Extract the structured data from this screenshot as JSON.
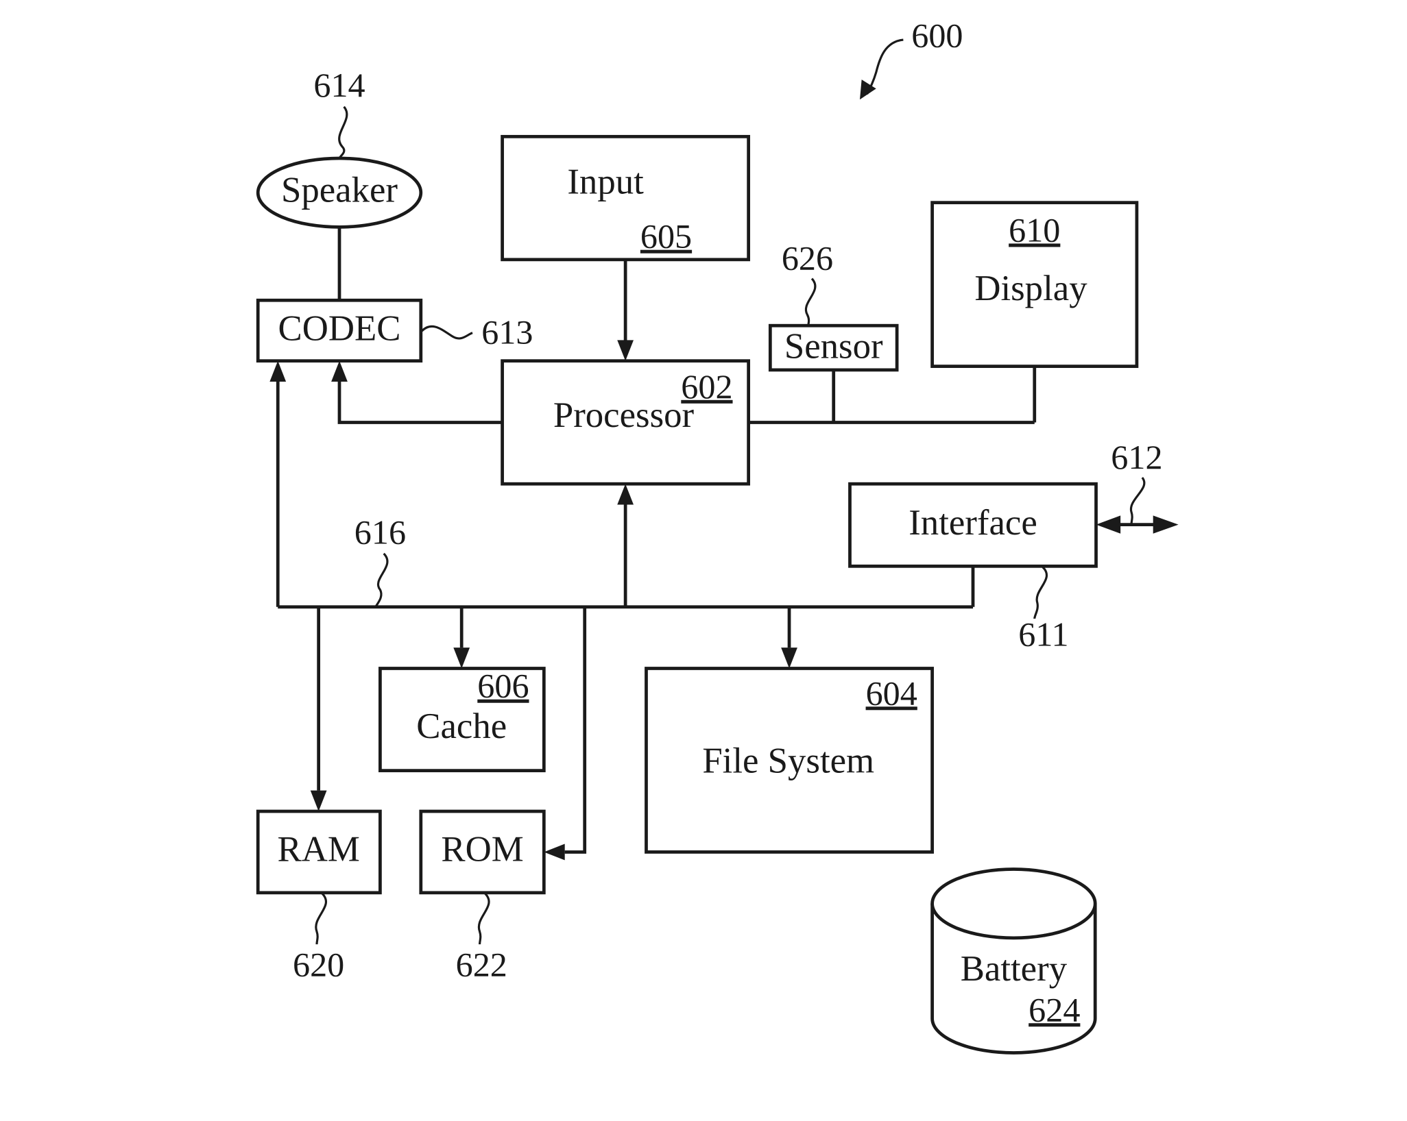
{
  "figure_ref": "600",
  "blocks": {
    "speaker": {
      "label": "Speaker",
      "ref": "614"
    },
    "codec": {
      "label": "CODEC",
      "ref": "613"
    },
    "input": {
      "label": "Input",
      "ref": "605"
    },
    "processor": {
      "label": "Processor",
      "ref": "602"
    },
    "sensor": {
      "label": "Sensor",
      "ref": "626"
    },
    "display": {
      "label": "Display",
      "ref": "610"
    },
    "interface": {
      "label": "Interface",
      "ref": "611",
      "link_ref": "612"
    },
    "bus": {
      "ref": "616"
    },
    "cache": {
      "label": "Cache",
      "ref": "606"
    },
    "filesystem": {
      "label": "File System",
      "ref": "604"
    },
    "ram": {
      "label": "RAM",
      "ref": "620"
    },
    "rom": {
      "label": "ROM",
      "ref": "622"
    },
    "battery": {
      "label": "Battery",
      "ref": "624"
    }
  }
}
